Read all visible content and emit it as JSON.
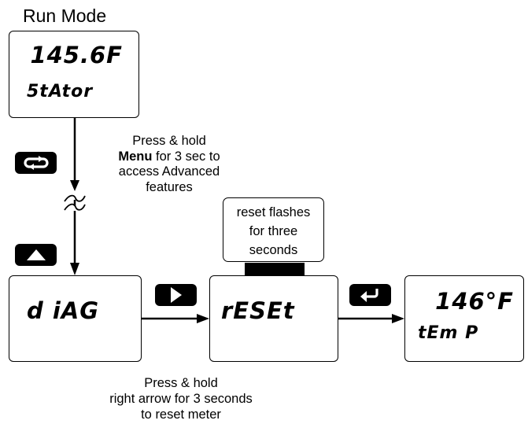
{
  "title": "Run Mode",
  "run_display": {
    "top": "145.6F",
    "bottom": "5tAtor"
  },
  "note_advanced": {
    "line1": "Press & hold",
    "line2_bold": "Menu",
    "line2_rest": " for 3 sec to",
    "line3": "access Advanced",
    "line4": "features"
  },
  "diag_display": {
    "text": "d iAG"
  },
  "reset_display": {
    "text": "rESEt"
  },
  "temp_display": {
    "top": "146°F",
    "bottom": "tEm P"
  },
  "callout": {
    "line1": "reset flashes",
    "line2": "for three",
    "line3": "seconds"
  },
  "note_reset": {
    "line1": "Press & hold",
    "line2": "right arrow for 3 seconds",
    "line3": "to reset meter"
  },
  "icons": {
    "menu": "menu-loop-key-icon",
    "up": "up-arrow-key-icon",
    "right": "right-arrow-key-icon",
    "enter": "enter-return-key-icon",
    "break": "time-break-icon"
  }
}
